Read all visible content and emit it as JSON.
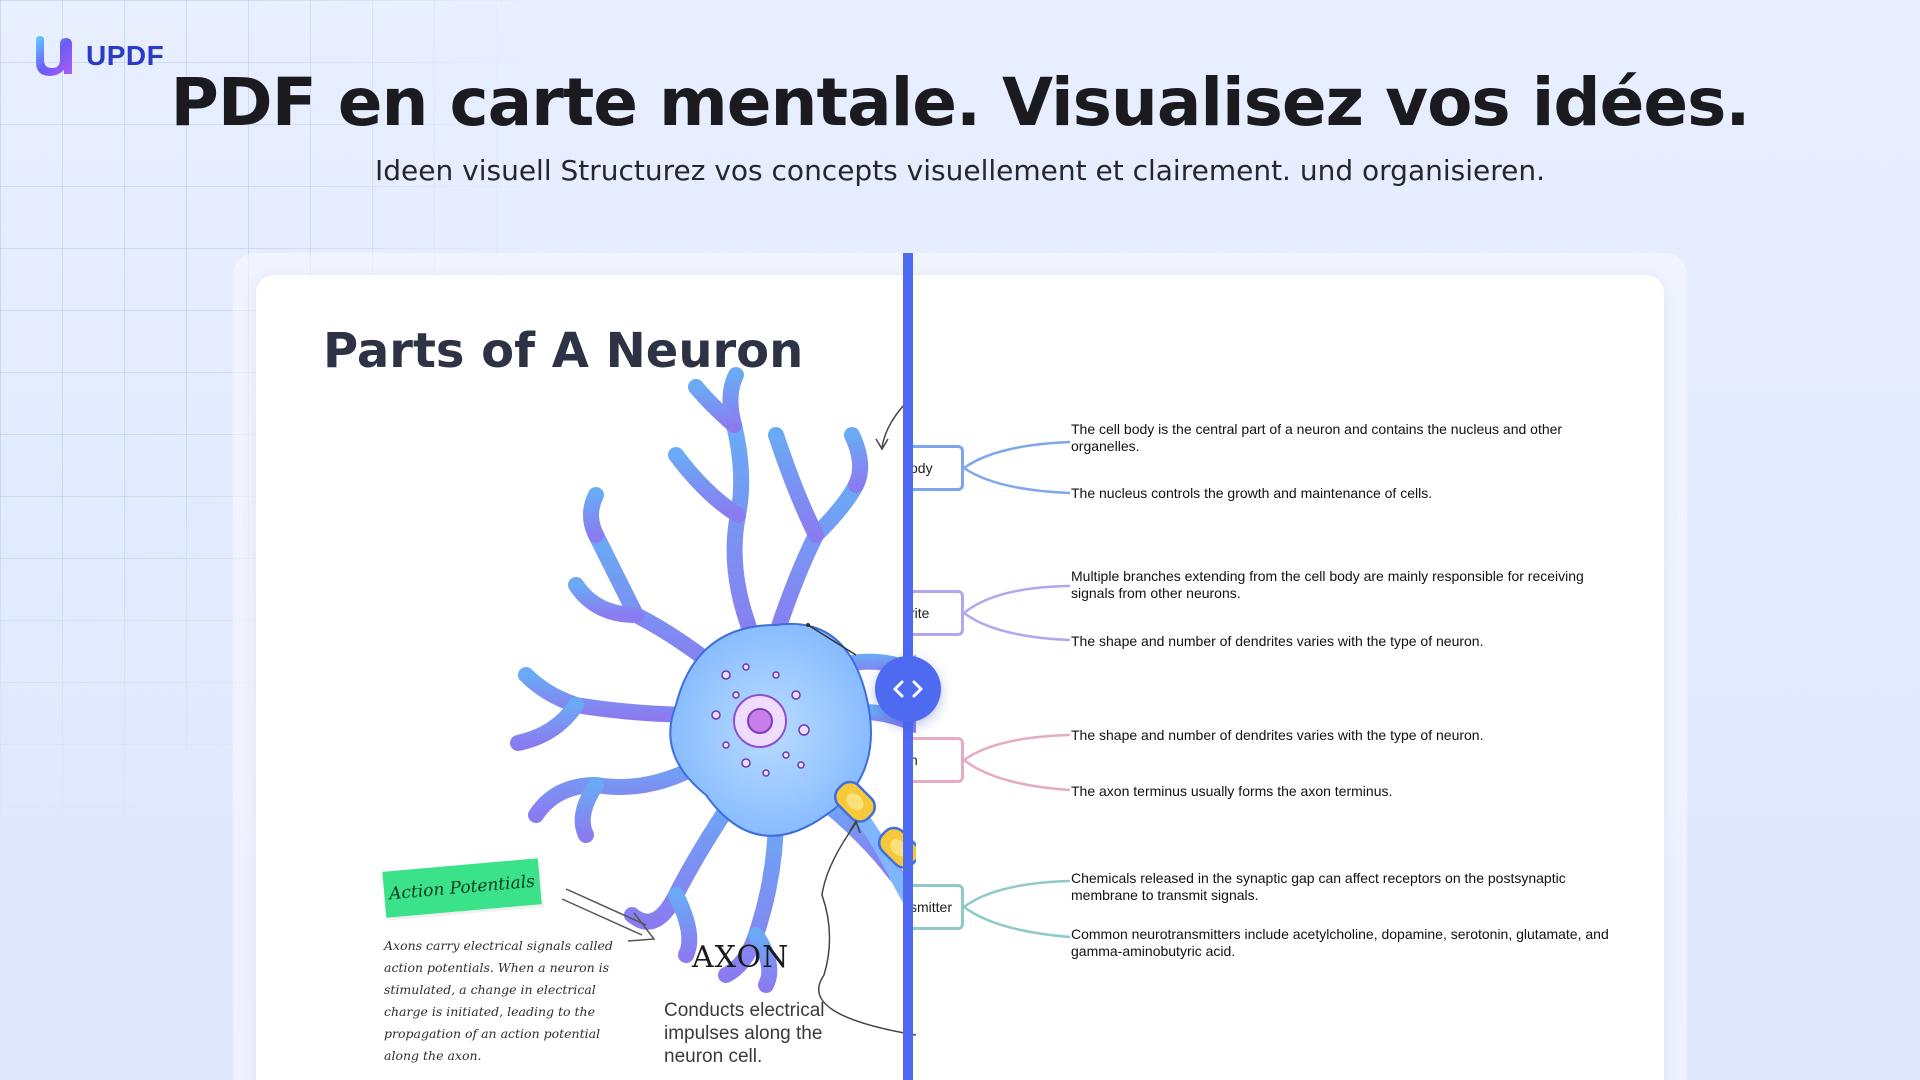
{
  "brand": {
    "name": "UPDF"
  },
  "hero": {
    "title": "PDF en carte mentale. Visualisez vos idées.",
    "subtitle": "Ideen visuell Structurez vos concepts visuellement et clairement. und organisieren."
  },
  "pdf": {
    "title": "Parts of A Neuron",
    "action_potentials": {
      "label": "Action Potentials",
      "text": "Axons carry electrical signals called action potentials. When a neuron is stimulated, a change in electrical charge is initiated, leading to the propagation of an action potential along the axon."
    },
    "axon": {
      "title": "AXON",
      "description": "Conducts electrical impulses along the neuron cell."
    }
  },
  "mindmap": {
    "nodes": [
      {
        "label": "ody",
        "color": "#7ea6ee",
        "leaves": [
          "The cell body is the central part of a neuron and contains the nucleus and other organelles.",
          "The nucleus controls the growth and maintenance of cells."
        ]
      },
      {
        "label": "rite",
        "color": "#b3a6ee",
        "leaves": [
          "Multiple branches extending from the cell body are mainly responsible for receiving signals from other neurons.",
          "The shape and number of dendrites varies with the type of neuron."
        ]
      },
      {
        "label": "n",
        "color": "#e6aac4",
        "leaves": [
          "The shape and number of dendrites varies with the type of neuron.",
          "The axon terminus usually forms the axon terminus."
        ]
      },
      {
        "label": "smitter",
        "color": "#8ecbc6",
        "leaves": [
          "Chemicals released in the synaptic gap can affect receptors on the postsynaptic membrane to transmit signals.",
          "Common neurotransmitters include acetylcholine, dopamine, serotonin, glutamate, and gamma-aminobutyric acid."
        ]
      }
    ]
  },
  "colors": {
    "accent": "#4e6af0",
    "neuron_fill": "#8ec3ff",
    "neuron_stroke": "#3f6ee0",
    "nucleus": "#c77ee8",
    "myelin": "#f6c83a",
    "tag_green": "#3ae38a"
  },
  "icons": {
    "toggle": "chevron-left-right-icon",
    "logo": "updf-logo-icon"
  }
}
